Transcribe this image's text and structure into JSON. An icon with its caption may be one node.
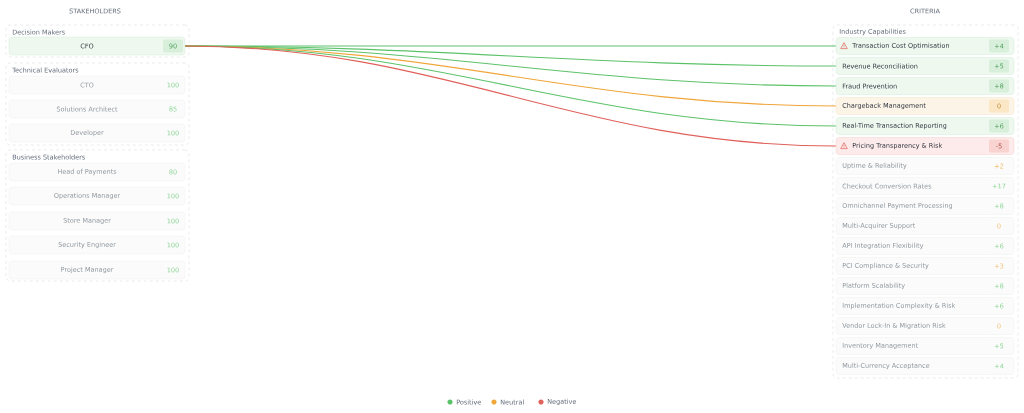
{
  "diagram": {
    "nodes": [
      {
        "text": [
          "Decision Makers"
        ]
      },
      {
        "text": [
          "CFO",
          "90"
        ],
        "in": 0
      },
      {
        "text": [
          "Technical Evaluators"
        ]
      },
      {
        "text": [
          "CTO",
          "100"
        ],
        "in": 2
      },
      {
        "text": [
          "Solutions Architect",
          "85"
        ],
        "in": 2
      },
      {
        "text": [
          "Developer",
          "100"
        ],
        "in": 2
      },
      {
        "text": [
          "Business Stakeholders"
        ]
      },
      {
        "text": [
          "Head of Payments",
          "80"
        ],
        "in": 6
      },
      {
        "text": [
          "Operations Manager",
          "100"
        ],
        "in": 6
      },
      {
        "text": [
          "Store Manager",
          "100"
        ],
        "in": 6
      },
      {
        "text": [
          "Security Engineer",
          "100"
        ],
        "in": 6
      },
      {
        "text": [
          "Project Manager",
          "100"
        ],
        "in": 6
      },
      {
        "text": [
          "Industry Capabilities"
        ]
      },
      {
        "text": [
          "Transaction Cost Optimisation",
          "+4"
        ],
        "in": 12
      },
      {
        "text": [
          "Revenue Reconciliation",
          "+5"
        ],
        "in": 12
      },
      {
        "text": [
          "Fraud Prevention",
          "+8"
        ],
        "in": 12
      },
      {
        "text": [
          "Chargeback Management",
          "0"
        ],
        "in": 12
      },
      {
        "text": [
          "Real-Time Transaction Reporting",
          "+6"
        ],
        "in": 12
      },
      {
        "text": [
          "Pricing Transparency & Risk",
          "-5"
        ],
        "in": 12
      },
      {
        "text": [
          "Uptime & Reliability",
          "+2"
        ],
        "in": 12
      },
      {
        "text": [
          "Checkout Conversion Rates",
          "+17"
        ],
        "in": 12
      },
      {
        "text": [
          "Omnichannel Payment Processing",
          "+8"
        ],
        "in": 12
      },
      {
        "text": [
          "Multi-Acquirer Support",
          "0"
        ],
        "in": 12
      },
      {
        "text": [
          "API Integration Flexibility",
          "+6"
        ],
        "in": 12
      },
      {
        "text": [
          "PCI Compliance & Security",
          "+3"
        ],
        "in": 12
      },
      {
        "text": [
          "Platform Scalability",
          "+8"
        ],
        "in": 12
      },
      {
        "text": [
          "Implementation Complexity & Risk",
          "+6"
        ],
        "in": 12
      },
      {
        "text": [
          "Vendor Lock-In & Migration Risk",
          "0"
        ],
        "in": 12
      },
      {
        "text": [
          "Inventory Management",
          "+5"
        ],
        "in": 12
      },
      {
        "text": [
          "Multi-Currency Acceptance",
          "+4"
        ],
        "in": 12
      }
    ],
    "edges": [
      {
        "from": 1,
        "to": 13,
        "arrow": "none"
      },
      {
        "from": 1,
        "to": 14,
        "arrow": "none"
      },
      {
        "from": 1,
        "to": 15,
        "arrow": "none"
      },
      {
        "from": 1,
        "to": 16,
        "arrow": "none",
        "color": "#f0a63a"
      },
      {
        "from": 1,
        "to": 17,
        "arrow": "none"
      },
      {
        "from": 1,
        "to": 18,
        "arrow": "none",
        "color": "#e0605a"
      }
    ],
    "labels": [
      "STAKEHOLDERS",
      "CRITERIA"
    ],
    "legend": [
      {
        "text": "Positive",
        "color": "#5cc26a"
      },
      {
        "text": "Neutral",
        "color": "#f0a63a"
      },
      {
        "text": "Negative",
        "color": "#e0605a"
      }
    ]
  }
}
